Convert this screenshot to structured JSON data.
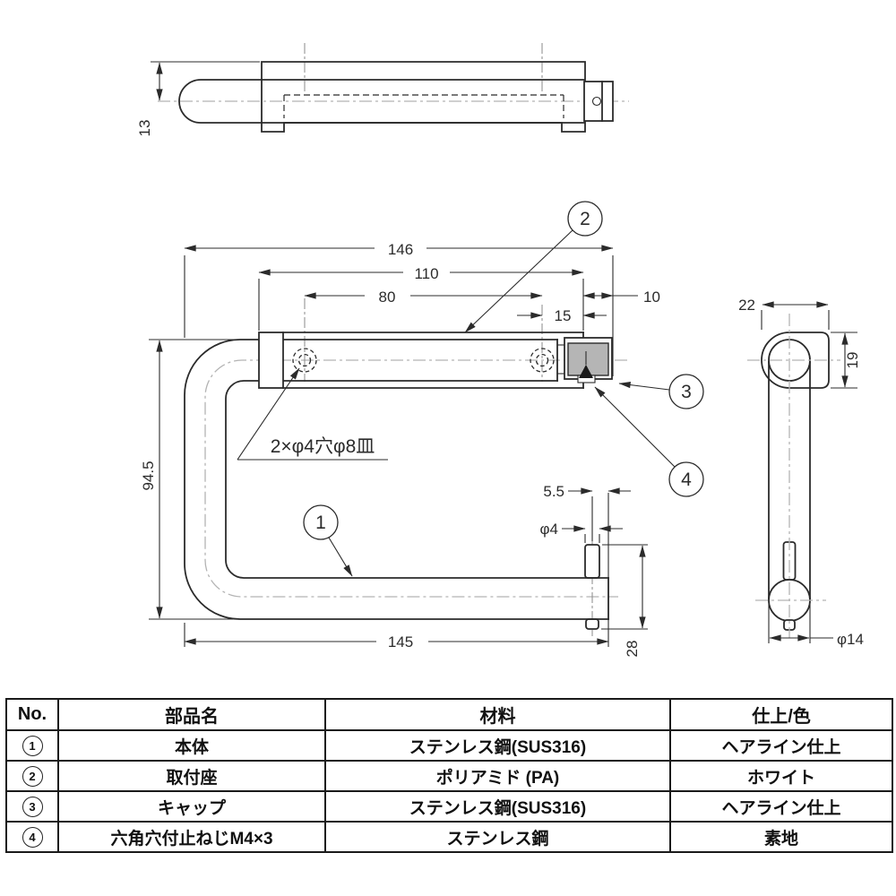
{
  "colors": {
    "line": "#2b2b2b",
    "centerline": "#b3b3b3",
    "cap_fill": "#b5b5b5",
    "set_screw_fill": "#1a1a1a",
    "table_border": "#1a1a1a",
    "background": "#ffffff"
  },
  "drawing": {
    "note_hole": "2×φ4穴φ8皿",
    "dims": {
      "top_13": "13",
      "front_146": "146",
      "front_110": "110",
      "front_80": "80",
      "front_10": "10",
      "front_15": "15",
      "front_94_5": "94.5",
      "front_145": "145",
      "front_5_5": "5.5",
      "front_phi4": "φ4",
      "front_28": "28",
      "side_22": "22",
      "side_19": "19",
      "side_phi14": "φ14"
    },
    "balloons": {
      "b1": "1",
      "b2": "2",
      "b3": "3",
      "b4": "4"
    }
  },
  "table": {
    "headers": [
      "No.",
      "部品名",
      "材料",
      "仕上/色"
    ],
    "rows": [
      {
        "no": "1",
        "name": "本体",
        "material": "ステンレス鋼(SUS316)",
        "finish": "ヘアライン仕上"
      },
      {
        "no": "2",
        "name": "取付座",
        "material": "ポリアミド (PA)",
        "finish": "ホワイト"
      },
      {
        "no": "3",
        "name": "キャップ",
        "material": "ステンレス鋼(SUS316)",
        "finish": "ヘアライン仕上"
      },
      {
        "no": "4",
        "name": "六角穴付止ねじM4×3",
        "material": "ステンレス鋼",
        "finish": "素地"
      }
    ]
  }
}
